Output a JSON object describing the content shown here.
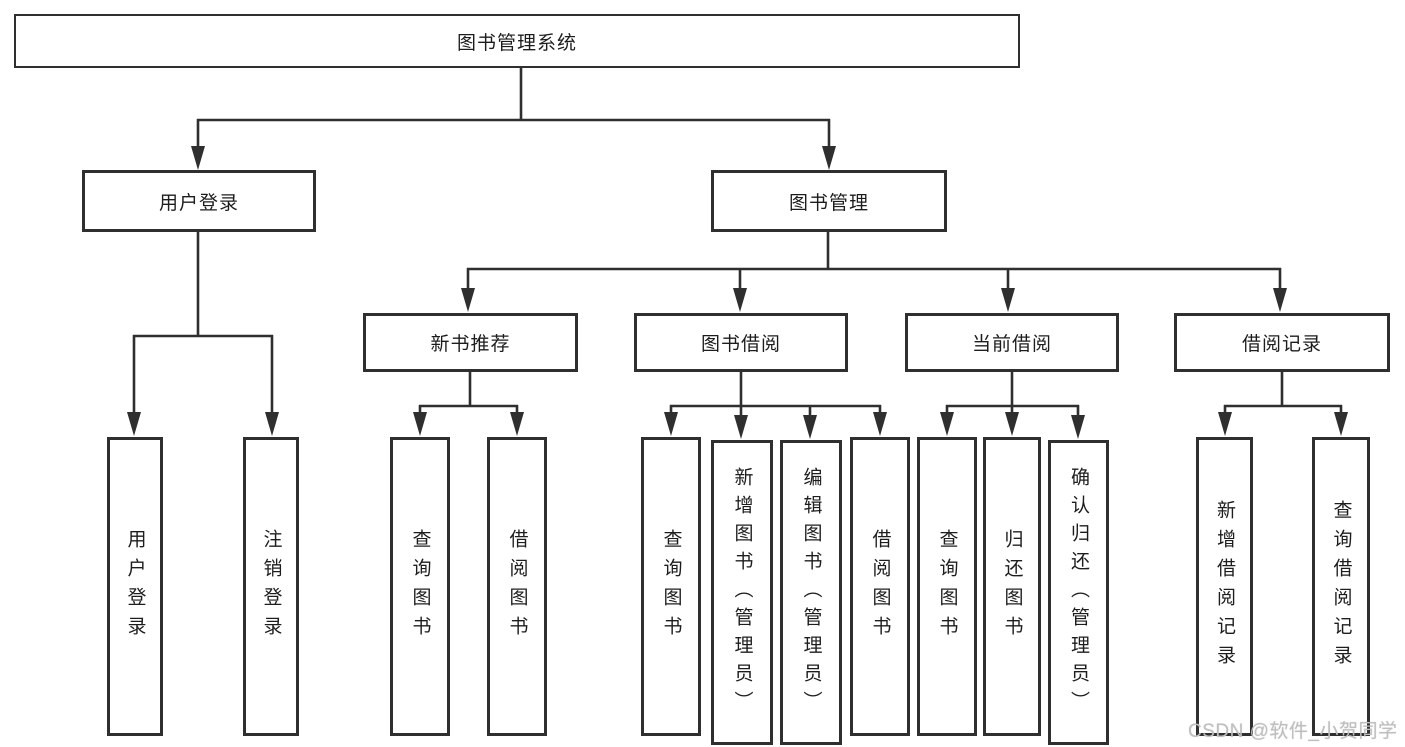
{
  "tree": {
    "root": "图书管理系统",
    "branches": [
      {
        "label": "用户登录",
        "children": [
          "用户登录",
          "注销登录"
        ]
      },
      {
        "label": "图书管理",
        "groups": [
          {
            "label": "新书推荐",
            "children": [
              "查询图书",
              "借阅图书"
            ]
          },
          {
            "label": "图书借阅",
            "children": [
              "查询图书",
              "新增图书（管理员）",
              "编辑图书（管理员）",
              "借阅图书"
            ]
          },
          {
            "label": "当前借阅",
            "children": [
              "查询图书",
              "归还图书",
              "确认归还（管理员）"
            ]
          },
          {
            "label": "借阅记录",
            "children": [
              "新增借阅记录",
              "查询借阅记录"
            ]
          }
        ]
      }
    ]
  },
  "watermark": {
    "text": "CSDN @软件_小贺同学"
  },
  "colors": {
    "line": "#2f2f2f",
    "text": "#1d1d1d",
    "watermark": "#bfbfbf"
  }
}
